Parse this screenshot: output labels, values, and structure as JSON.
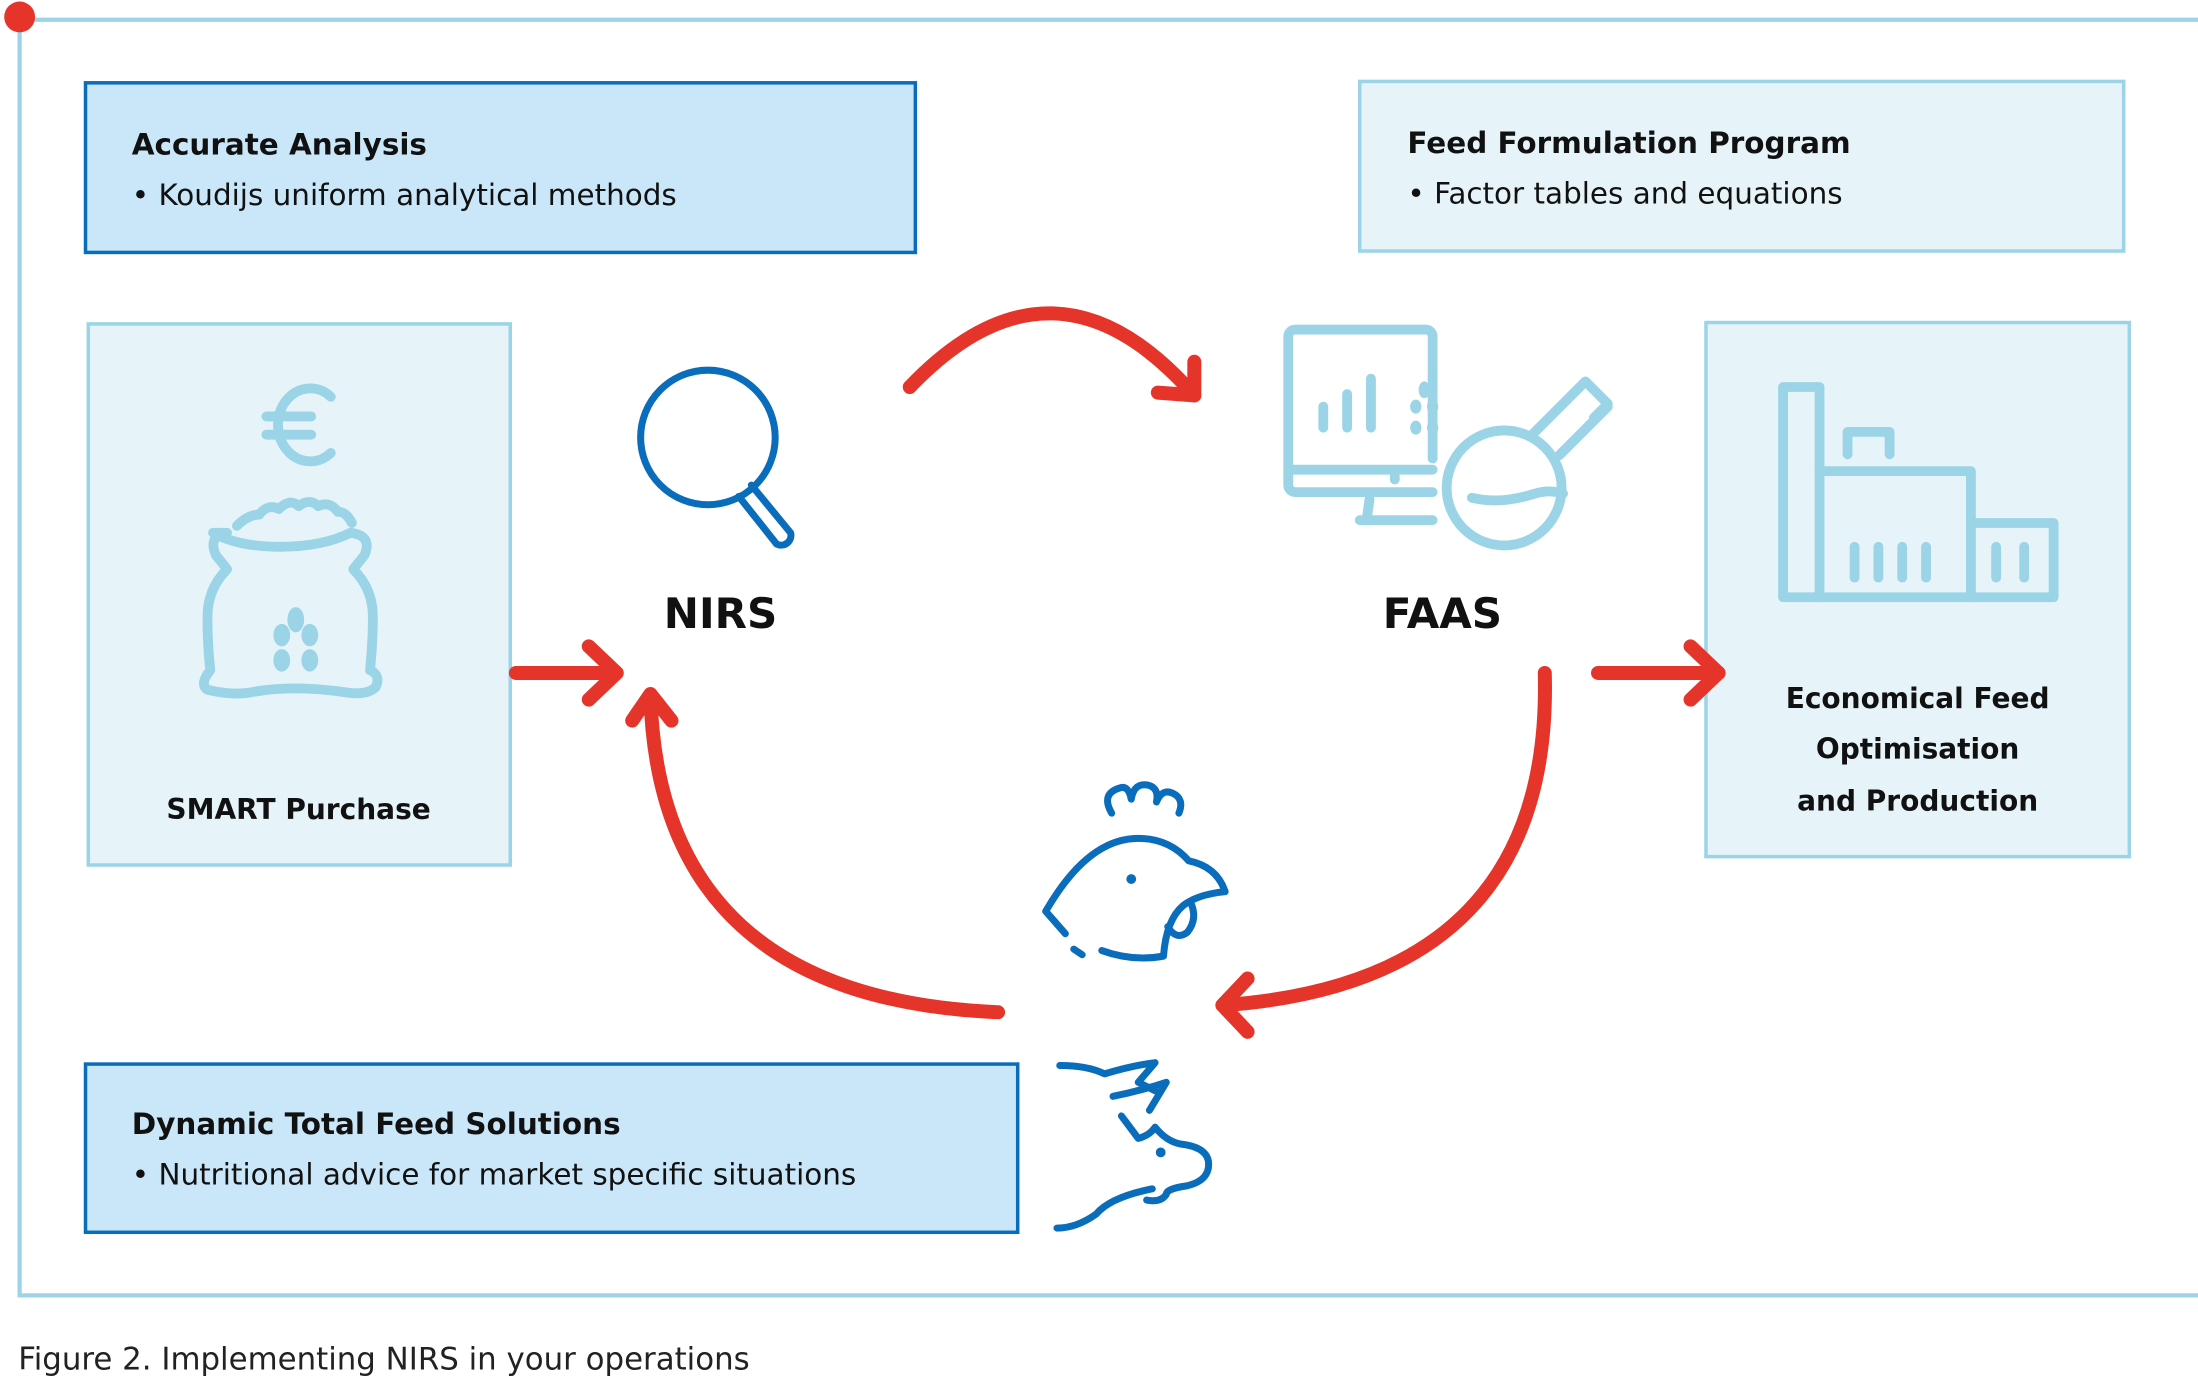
{
  "colors": {
    "frame": "#9ad4e6",
    "frame_marker": "#e5352a",
    "arrow": "#e5352a",
    "dark_blue": "#0a6dbc",
    "light_blue": "#9ad4e6",
    "dark_box_fill": "#cae7fa",
    "light_box_fill": "#e6f4fa"
  },
  "boxes": {
    "accurate_analysis": {
      "title": "Accurate Analysis",
      "bullet": "• Koudijs uniform analytical methods"
    },
    "feed_formulation": {
      "title": "Feed Formulation Program",
      "bullet": "• Factor tables and equations"
    },
    "dynamic_feed": {
      "title": "Dynamic Total Feed Solutions",
      "bullet": "• Nutritional advice for market specific situations"
    }
  },
  "nodes": {
    "smart_purchase": {
      "label": "SMART Purchase",
      "icons": [
        "euro-icon",
        "grain-sack-icon"
      ]
    },
    "nirs": {
      "label": "NIRS",
      "icon": "magnifier-icon"
    },
    "faas": {
      "label": "FAAS",
      "icons": [
        "monitor-chart-icon",
        "flask-icon"
      ]
    },
    "economical": {
      "label_lines": [
        "Economical Feed",
        "Optimisation",
        "and Production"
      ],
      "icon": "factory-icon"
    },
    "livestock": {
      "icons": [
        "chicken-icon",
        "pig-icon"
      ]
    }
  },
  "caption": "Figure 2. Implementing NIRS in your operations"
}
